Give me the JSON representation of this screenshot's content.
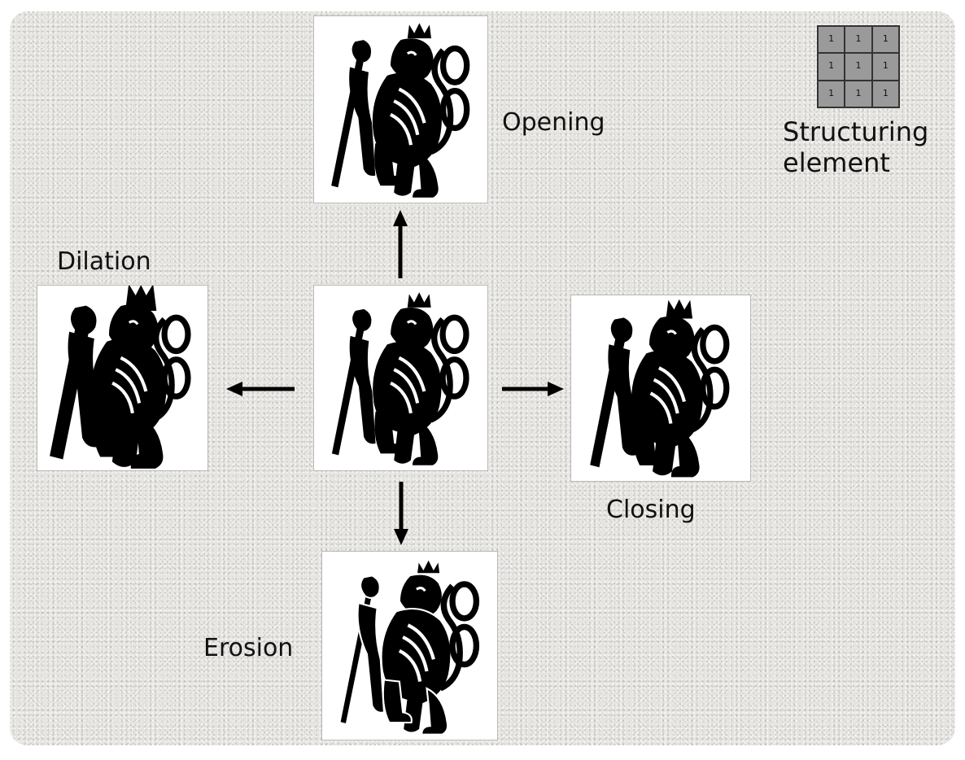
{
  "labels": {
    "opening": "Opening",
    "dilation": "Dilation",
    "closing": "Closing",
    "erosion": "Erosion",
    "structuring_line1": "Structuring",
    "structuring_line2": "element"
  },
  "structuring_element": {
    "cells": [
      "1",
      "1",
      "1",
      "1",
      "1",
      "1",
      "1",
      "1",
      "1"
    ]
  },
  "icons": {
    "panel_image": "czech-lion-emblem",
    "arrows": [
      "arrow-up",
      "arrow-left",
      "arrow-right",
      "arrow-down"
    ]
  },
  "colors": {
    "background": "#e5e4e1",
    "ink": "#000000",
    "grid_cell": "#9a9a9a"
  }
}
